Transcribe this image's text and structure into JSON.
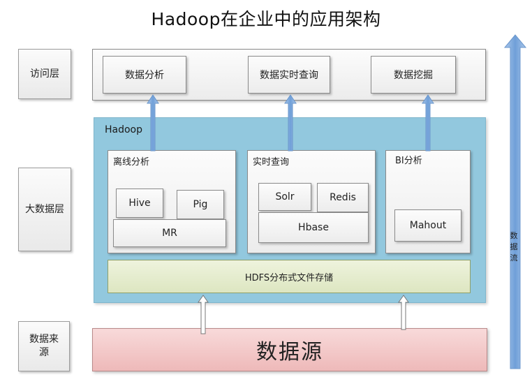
{
  "title": "Hadoop在企业中的应用架构",
  "layers": {
    "access": "访问层",
    "bigdata": "大数据层",
    "source": "数据来源"
  },
  "access_boxes": [
    "数据分析",
    "数据实时查询",
    "数据挖掘"
  ],
  "hadoop": {
    "label": "Hadoop",
    "offline": {
      "label": "离线分析",
      "hive": "Hive",
      "pig": "Pig",
      "mr": "MR"
    },
    "realtime": {
      "label": "实时查询",
      "solr": "Solr",
      "redis": "Redis",
      "hbase": "Hbase"
    },
    "bi": {
      "label": "BI分析",
      "mahout": "Mahout"
    },
    "hdfs": "HDFS分布式文件存储"
  },
  "data_source": "数据源",
  "side_label": "数据流",
  "colors": {
    "hadoop_bg": "#92c8de",
    "hdfs_bg": "#e4ebcc",
    "source_bg": "#f2c4c4",
    "arrow_blue": "#7ea8d6"
  }
}
